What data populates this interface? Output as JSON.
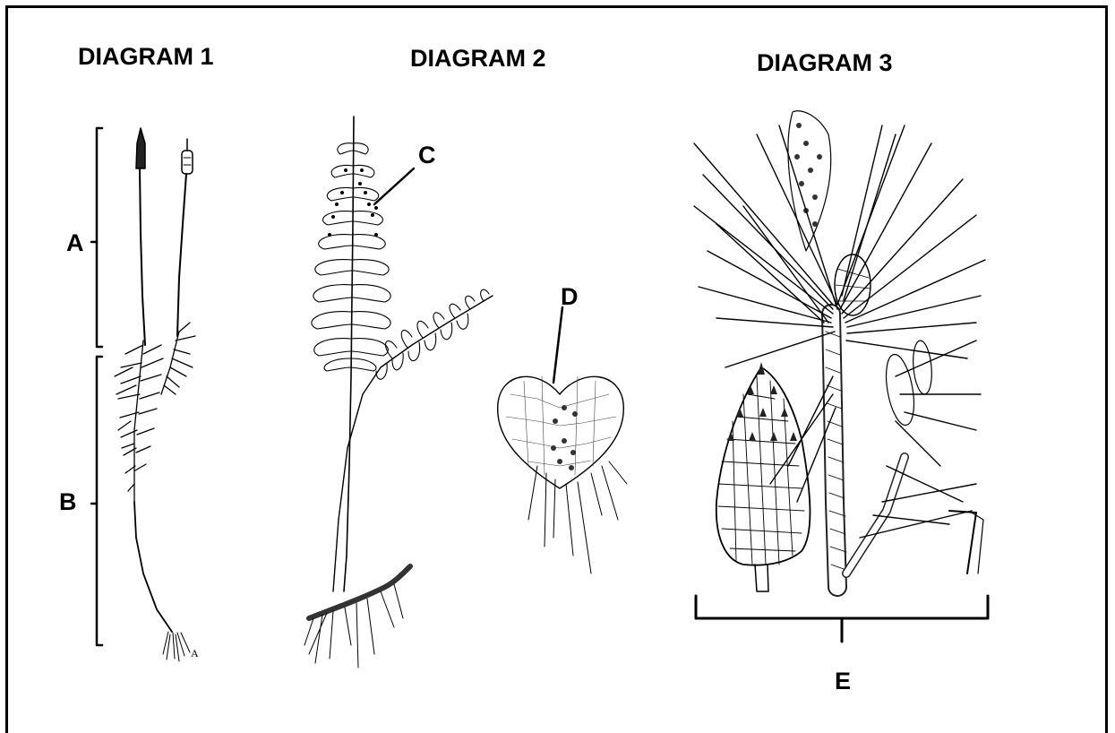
{
  "titles": {
    "diagram1": "DIAGRAM 1",
    "diagram2": "DIAGRAM 2",
    "diagram3": "DIAGRAM 3"
  },
  "labels": {
    "a": "A",
    "b": "B",
    "c": "C",
    "d": "D",
    "e": "E"
  },
  "colors": {
    "ink": "#000000",
    "background": "#ffffff"
  }
}
